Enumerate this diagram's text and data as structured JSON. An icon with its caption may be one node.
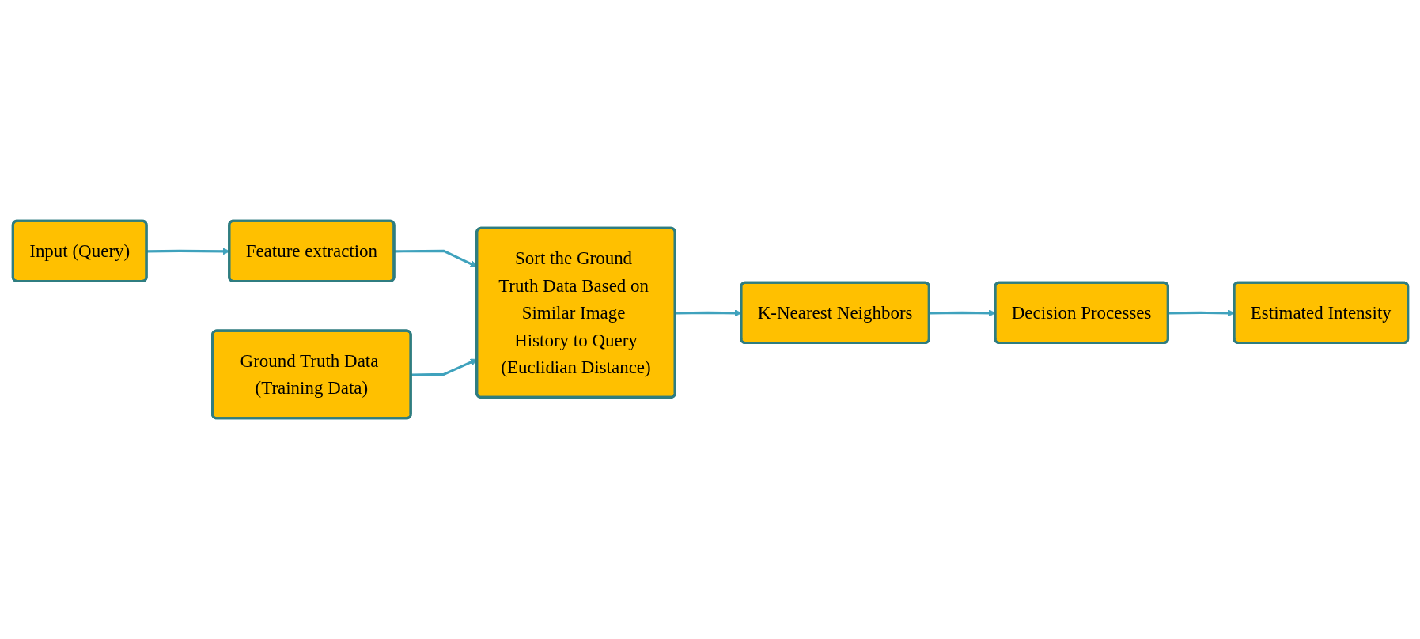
{
  "diagram": {
    "nodes": [
      {
        "text": [
          "Ground Truth Data (Training Data)"
        ]
      },
      {
        "text": [
          "Input (Query)"
        ]
      },
      {
        "text": [
          "Feature extraction"
        ]
      },
      {
        "text": [
          "Sort the Ground Truth Data Based on Similar Image History to Query",
          "(Euclidian Distance)"
        ]
      },
      {
        "text": [
          "K-Nearest Neighbors"
        ]
      },
      {
        "text": [
          "Decision Processes"
        ]
      },
      {
        "text": [
          "Estimated Intensity"
        ]
      }
    ],
    "edges": [
      {
        "from": 1,
        "to": 2,
        "arrow": "to"
      },
      {
        "from": 2,
        "to": 3,
        "arrow": "to"
      },
      {
        "from": 0,
        "to": 3,
        "arrow": "to"
      },
      {
        "from": 3,
        "to": 4,
        "arrow": "to"
      },
      {
        "from": 4,
        "to": 5,
        "arrow": "to"
      },
      {
        "from": 5,
        "to": 6,
        "arrow": "to"
      }
    ]
  }
}
